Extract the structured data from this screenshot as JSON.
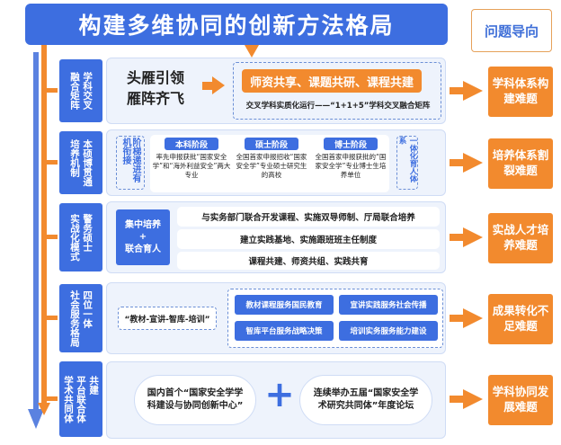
{
  "title": "构建多维协同的创新方法格局",
  "problem_header": "问题导向",
  "rows": [
    {
      "label_cols": [
        "融合矩阵",
        "学科交叉"
      ],
      "left_lines": [
        "头雁引领",
        "雁阵齐飞"
      ],
      "highlight": "师资共享、课题共研、课程共建",
      "caption": "交叉学科实质化运行——“1+1+5”学科交叉融合矩阵",
      "problem": "学科体系构建难题"
    },
    {
      "label_cols": [
        "培养机制",
        "本硕博贯通"
      ],
      "left_tag": "阶梯递进有机衔接",
      "stages": [
        {
          "name": "本科阶段",
          "desc": "率先申报获批“国家安全学”和“海外利益安全”两大专业"
        },
        {
          "name": "硕士阶段",
          "desc": "全国首家申报招收“国家安全学”专业硕士研究生的高校"
        },
        {
          "name": "博士阶段",
          "desc": "全国首家申报获批的“国家安全学”专业博士生培养单位"
        }
      ],
      "right_tag": "一体化育人体系",
      "problem": "培养体系割裂难题"
    },
    {
      "label_cols": [
        "实战化模式",
        "警务硕士"
      ],
      "left_btn_top": "集中培养",
      "left_btn_plus": "+",
      "left_btn_bottom": "联合育人",
      "items": [
        "与实务部门联合开发课程、实施双导师制、厅局联合培养",
        "建立实践基地、实施跟班班主任制度",
        "课程共建、师资共组、实践共育"
      ],
      "problem": "实战人才培养难题"
    },
    {
      "label_cols": [
        "社会服务格局",
        "四位一体"
      ],
      "left_tag": "“教材-宣讲-智库-培训”",
      "items": [
        "教材课程服务国民教育",
        "宣讲实践服务社会传播",
        "智库平台服务战略决策",
        "培训实务服务能力建设"
      ],
      "problem": "成果转化不足难题"
    },
    {
      "label_cols": [
        "学术共同体",
        "平台联合体",
        "共建"
      ],
      "left_text": "国内首个“国家安全学学科建设与协同创新中心”",
      "plus": "+",
      "right_text": "连续举办五届“国家安全学术研究共同体”年度论坛",
      "problem": "学科协同发展难题"
    }
  ],
  "colors": {
    "blue": "#3d6ee0",
    "orange": "#f28a2e",
    "panel": "#eef3fc"
  }
}
